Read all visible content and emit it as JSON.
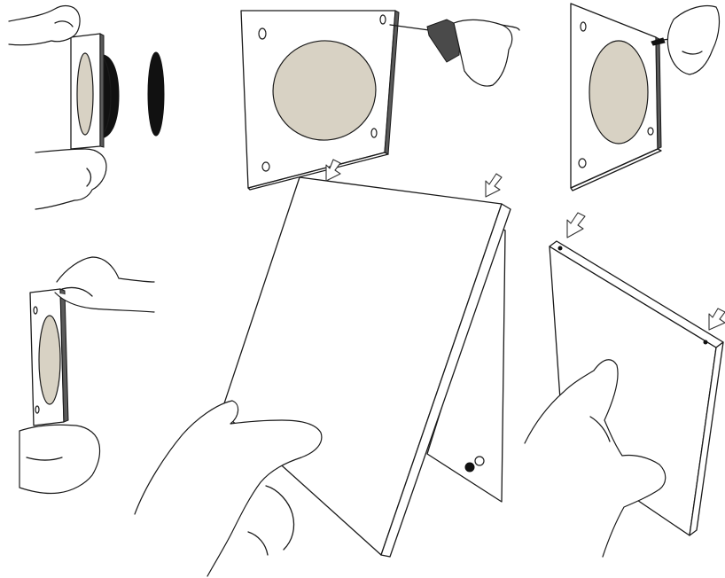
{
  "palette": {
    "line": "#1a1a1a",
    "opening_fill": "#d8d2c4",
    "background": "#ffffff",
    "gasket": "#111111"
  },
  "steps": [
    {
      "id": "remove-fan-gasket",
      "icons": [
        "hand-icon",
        "plate-icon",
        "fan-motor-icon",
        "gasket-ring-icon"
      ]
    },
    {
      "id": "drill-mounting-plate",
      "icons": [
        "plate-icon",
        "drill-icon"
      ]
    },
    {
      "id": "screw-mounting-plate",
      "icons": [
        "plate-icon",
        "screwdriver-icon",
        "hand-icon"
      ]
    },
    {
      "id": "hold-plate-side",
      "icons": [
        "hand-icon",
        "plate-icon"
      ]
    },
    {
      "id": "attach-front-cover",
      "icons": [
        "cover-panel-icon",
        "arrow-icon",
        "hand-icon"
      ]
    },
    {
      "id": "press-cover-edge",
      "icons": [
        "cover-panel-icon",
        "arrow-icon",
        "hand-icon"
      ]
    }
  ]
}
